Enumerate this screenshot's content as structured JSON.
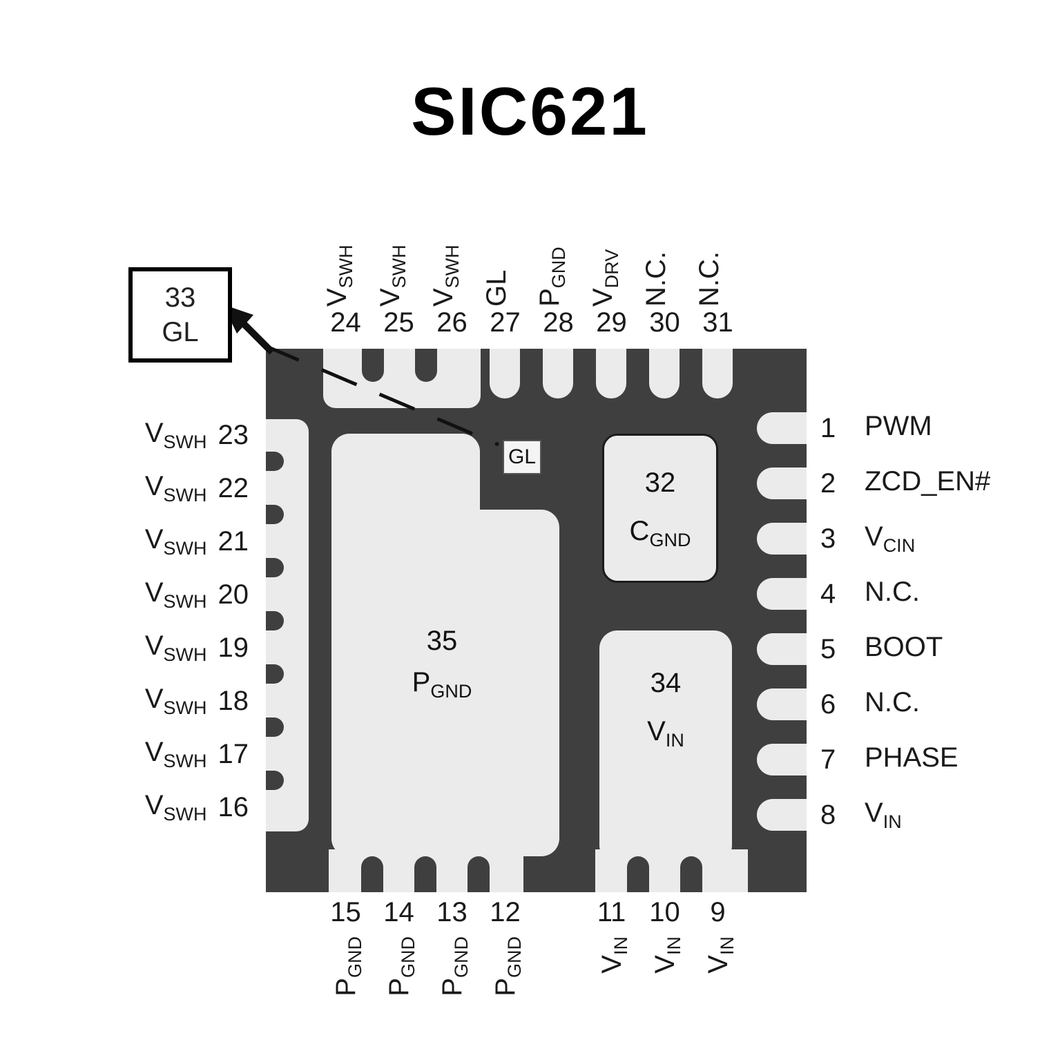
{
  "title": "SIC621",
  "pin33": {
    "num": "33",
    "label": "GL"
  },
  "inner_gl_label": "GL",
  "pads": {
    "p32": {
      "num": "32",
      "main": "C",
      "sub": "GND"
    },
    "p34": {
      "num": "34",
      "main": "V",
      "sub": "IN"
    },
    "p35": {
      "num": "35",
      "main": "P",
      "sub": "GND"
    }
  },
  "pins": {
    "top": [
      {
        "num": "24",
        "main": "V",
        "sub": "SWH"
      },
      {
        "num": "25",
        "main": "V",
        "sub": "SWH"
      },
      {
        "num": "26",
        "main": "V",
        "sub": "SWH"
      },
      {
        "num": "27",
        "main": "GL",
        "sub": ""
      },
      {
        "num": "28",
        "main": "P",
        "sub": "GND"
      },
      {
        "num": "29",
        "main": "V",
        "sub": "DRV"
      },
      {
        "num": "30",
        "main": "N.C.",
        "sub": ""
      },
      {
        "num": "31",
        "main": "N.C.",
        "sub": ""
      }
    ],
    "right": [
      {
        "num": "1",
        "main": "PWM",
        "sub": ""
      },
      {
        "num": "2",
        "main": "ZCD_EN#",
        "sub": ""
      },
      {
        "num": "3",
        "main": "V",
        "sub": "CIN"
      },
      {
        "num": "4",
        "main": "N.C.",
        "sub": ""
      },
      {
        "num": "5",
        "main": "BOOT",
        "sub": ""
      },
      {
        "num": "6",
        "main": "N.C.",
        "sub": ""
      },
      {
        "num": "7",
        "main": "PHASE",
        "sub": ""
      },
      {
        "num": "8",
        "main": "V",
        "sub": "IN"
      }
    ],
    "left": [
      {
        "num": "23",
        "main": "V",
        "sub": "SWH"
      },
      {
        "num": "22",
        "main": "V",
        "sub": "SWH"
      },
      {
        "num": "21",
        "main": "V",
        "sub": "SWH"
      },
      {
        "num": "20",
        "main": "V",
        "sub": "SWH"
      },
      {
        "num": "19",
        "main": "V",
        "sub": "SWH"
      },
      {
        "num": "18",
        "main": "V",
        "sub": "SWH"
      },
      {
        "num": "17",
        "main": "V",
        "sub": "SWH"
      },
      {
        "num": "16",
        "main": "V",
        "sub": "SWH"
      }
    ],
    "bottom_left": [
      {
        "num": "15",
        "main": "P",
        "sub": "GND"
      },
      {
        "num": "14",
        "main": "P",
        "sub": "GND"
      },
      {
        "num": "13",
        "main": "P",
        "sub": "GND"
      },
      {
        "num": "12",
        "main": "P",
        "sub": "GND"
      }
    ],
    "bottom_right": [
      {
        "num": "11",
        "main": "V",
        "sub": "IN"
      },
      {
        "num": "10",
        "main": "V",
        "sub": "IN"
      },
      {
        "num": "9",
        "main": "V",
        "sub": "IN"
      }
    ]
  },
  "colors": {
    "chip": "#3f3f3f",
    "pad": "#ebebeb"
  }
}
